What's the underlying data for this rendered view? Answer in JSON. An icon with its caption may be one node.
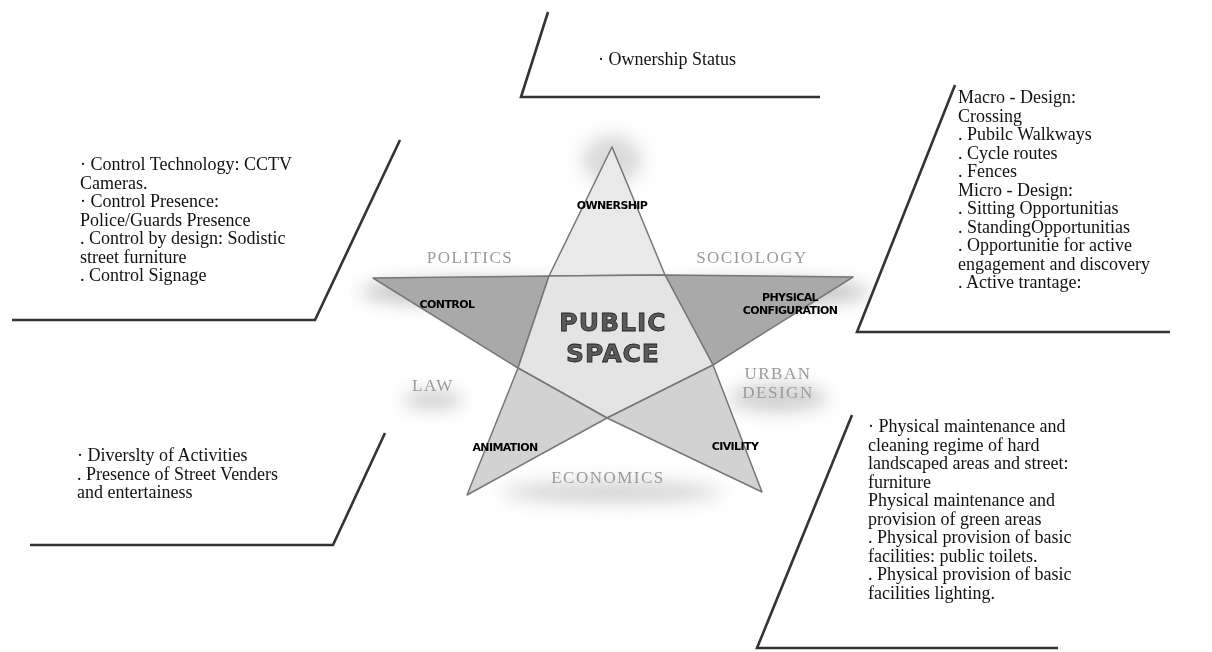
{
  "diagram": {
    "nodes": [
      {
        "text": [
          "· Ownership Status"
        ]
      },
      {
        "text": [
          "· Control Technology: CCTV Cameras.",
          "· Control Presence: Police/Guards Presence",
          ". Control by design: Sodistic street furniture",
          ".  Control Signage"
        ]
      },
      {
        "text": [
          "Macro - Design:",
          "Crossing",
          ". Pubilc Walkways",
          ". Cycle routes",
          ". Fences",
          "Micro - Design:",
          ". Sitting Opportunitias",
          ". StandingOpportunitias",
          ". Opportunitie for active engagement and discovery",
          ". Active trantage:"
        ]
      },
      {
        "text": [
          "· Diverslty of Activities",
          ". Presence of Street Venders and entertainess"
        ]
      },
      {
        "text": [
          "· Physical maintenance and cleaning regime of hard landscaped areas and street: furniture",
          "Physical maintenance and provision of green areas",
          ". Physical provision of basic facilities: public toilets.",
          ". Physical provision of basic facilities lighting."
        ]
      },
      {
        "text": [
          "OWNERSHIP",
          "CONTROL",
          "PHYSICAL CONFIGURATION",
          "PUBLIC SPACE",
          "ANIMATION",
          "CIVILITY"
        ]
      }
    ],
    "labels": [
      "POLITICS",
      "SOCIOLOGY",
      "LAW",
      "URBAN DESIGN",
      "ECONOMICS"
    ]
  }
}
